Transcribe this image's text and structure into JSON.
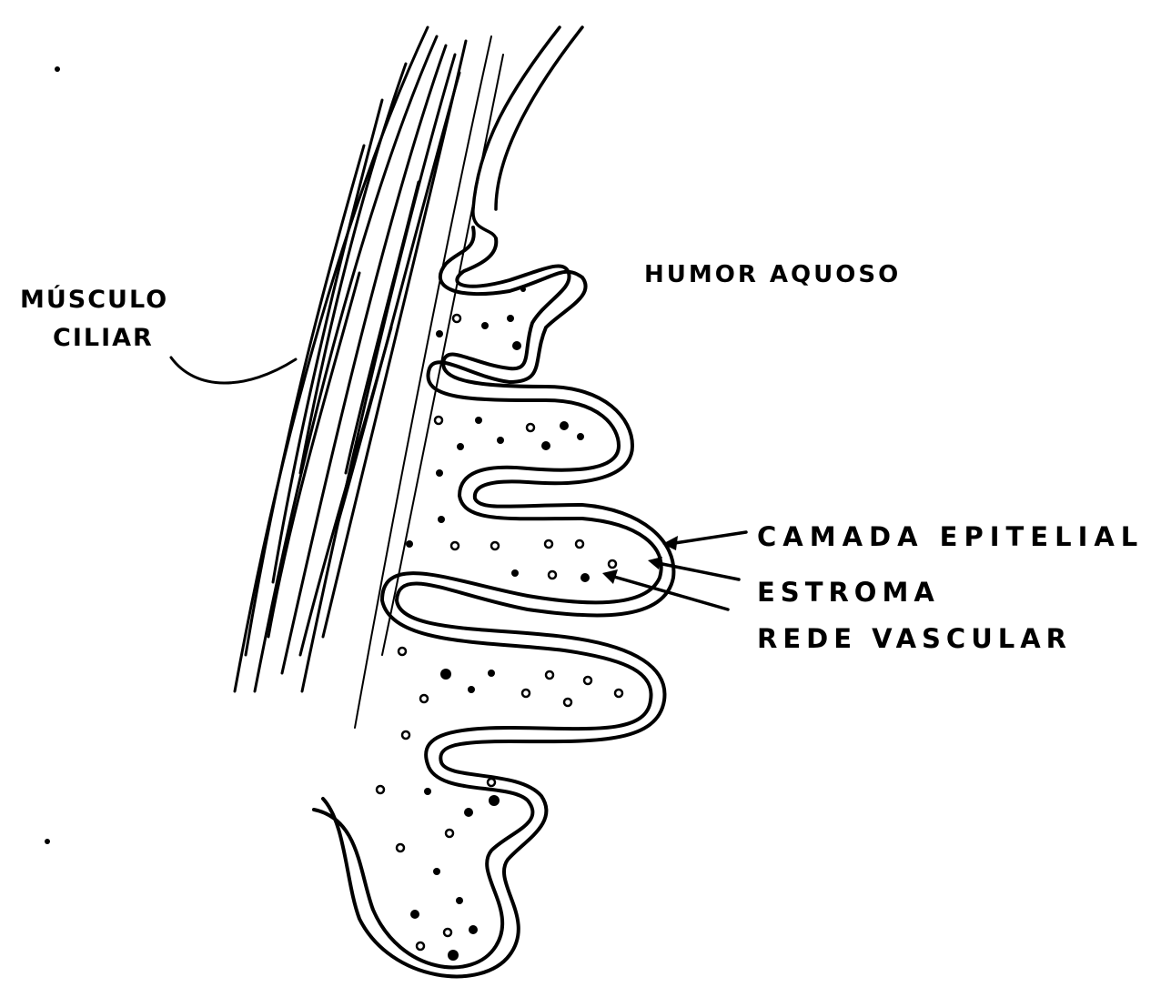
{
  "diagram": {
    "labels": {
      "musculo": "MÚSCULO",
      "ciliar": "CILIAR",
      "humor": "HUMOR AQUOSO",
      "camada": "CAMADA EPITELIAL",
      "estroma": "ESTROMA",
      "rede": "REDE VASCULAR"
    },
    "colors": {
      "ink": "#000000",
      "background": "#ffffff"
    }
  }
}
